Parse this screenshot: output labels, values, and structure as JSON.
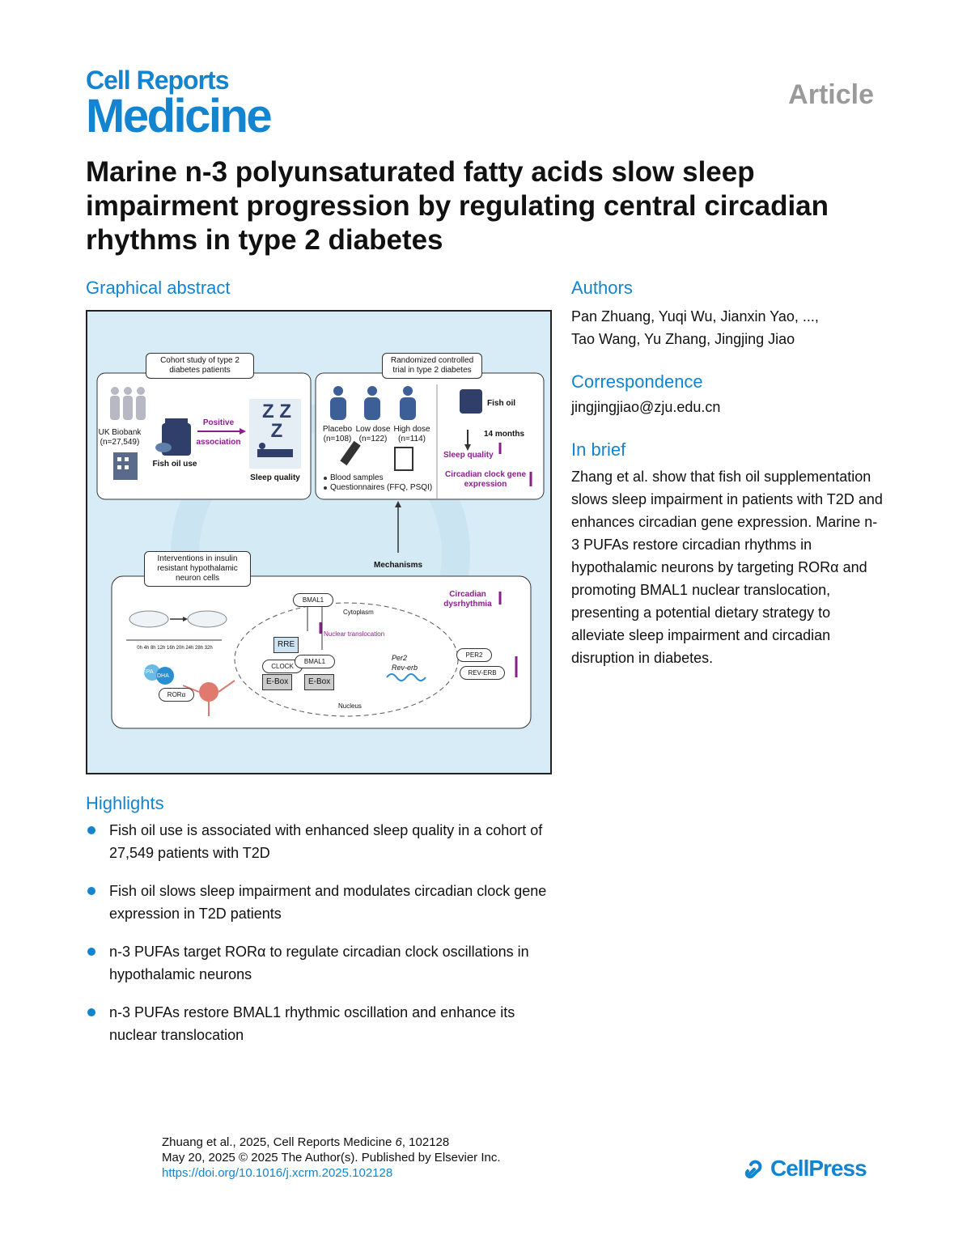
{
  "journal": {
    "line1": "Cell Reports",
    "line2": "Medicine"
  },
  "article_type": "Article",
  "title": "Marine n-3 polyunsaturated fatty acids slow sleep impairment progression by regulating central circadian rhythms in type 2 diabetes",
  "sections": {
    "graphical_abstract": "Graphical abstract",
    "authors": "Authors",
    "correspondence": "Correspondence",
    "in_brief": "In brief",
    "highlights": "Highlights"
  },
  "authors_line1": "Pan Zhuang, Yuqi Wu, Jianxin Yao, ...,",
  "authors_line2": "Tao Wang, Yu Zhang, Jingjing Jiao",
  "correspondence_email": "jingjingjiao@zju.edu.cn",
  "in_brief_text": "Zhang et al. show that fish oil supplementation slows sleep impairment in patients with T2D and enhances circadian gene expression. Marine n-3 PUFAs restore circadian rhythms in hypothalamic neurons by targeting RORα and promoting BMAL1 nuclear translocation, presenting a potential dietary strategy to alleviate sleep impairment and circadian disruption in diabetes.",
  "graphical_abstract": {
    "cohort_title": "Cohort study of type 2 diabetes patients",
    "uk_biobank": "UK Biobank",
    "uk_n": "(n=27,549)",
    "positive": "Positive",
    "association": "association",
    "fish_oil_use": "Fish oil use",
    "sleep_quality": "Sleep quality",
    "zzz": "Z Z Z",
    "rct_title": "Randomized controlled trial in type 2 diabetes",
    "placebo": "Placebo",
    "placebo_n": "(n=108)",
    "low_dose": "Low dose",
    "low_n": "(n=122)",
    "high_dose": "High dose",
    "high_n": "(n=114)",
    "blood_samples": "Blood samples",
    "questionnaires": "Questionnaires (FFQ, PSQI)",
    "fish_oil": "Fish oil",
    "months": "14 months",
    "sleep_quality_up": "Sleep quality",
    "clock_gene": "Circadian clock gene expression",
    "mechanisms": "Mechanisms",
    "interventions": "Interventions in insulin resistant hypothalamic neuron cells",
    "time_ticks": "0h  4h  8h  12h  16h  20h  24h  28h  32h",
    "bmal1": "BMAL1",
    "cytoplasm": "Cytoplasm",
    "nuclear_translocation": "Nuclear translocation",
    "rre": "RRE",
    "clock": "CLOCK",
    "bmal1_b": "BMAL1",
    "ebox1": "E-Box",
    "ebox2": "E-Box",
    "per2": "Per2",
    "reverb": "Rev-erb",
    "nucleus": "Nucleus",
    "epa": "EPA",
    "dha": "DHA",
    "rora": "RORα",
    "circadian_dys": "Circadian dysrhythmia",
    "per2_box": "PER2",
    "reverb_box": "REV-ERB",
    "brand_color": "#1384cf",
    "purple": "#8a1f8c"
  },
  "highlights": [
    "Fish oil use is associated with enhanced sleep quality in a cohort of 27,549 patients with T2D",
    "Fish oil slows sleep impairment and modulates circadian clock gene expression in T2D patients",
    "n-3 PUFAs target RORα to regulate circadian clock oscillations in hypothalamic neurons",
    "n-3 PUFAs restore BMAL1 rhythmic oscillation and enhance its nuclear translocation"
  ],
  "citation": {
    "line1_prefix": "Zhuang et al., 2025, Cell Reports Medicine ",
    "volume": "6",
    "line1_suffix": ", 102128",
    "line2": "May 20, 2025 © 2025 The Author(s). Published by Elsevier Inc.",
    "doi": "https://doi.org/10.1016/j.xcrm.2025.102128"
  },
  "publisher": "CellPress"
}
